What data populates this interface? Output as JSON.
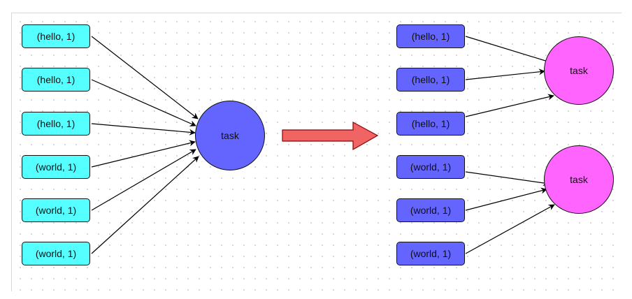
{
  "left_group": {
    "nodes": [
      "(hello, 1)",
      "(hello, 1)",
      "(hello, 1)",
      "(world, 1)",
      "(world, 1)",
      "(world, 1)"
    ],
    "task_label": "task"
  },
  "right_group": {
    "nodes": [
      "(hello, 1)",
      "(hello, 1)",
      "(hello, 1)",
      "(world, 1)",
      "(world, 1)",
      "(world, 1)"
    ],
    "task_top_label": "task",
    "task_bottom_label": "task"
  },
  "colors": {
    "left_node_fill": "#55ffff",
    "right_node_fill": "#6464ff",
    "left_task_fill": "#6464ff",
    "right_task_fill": "#ff64ff",
    "transform_arrow_fill": "#f06464"
  }
}
